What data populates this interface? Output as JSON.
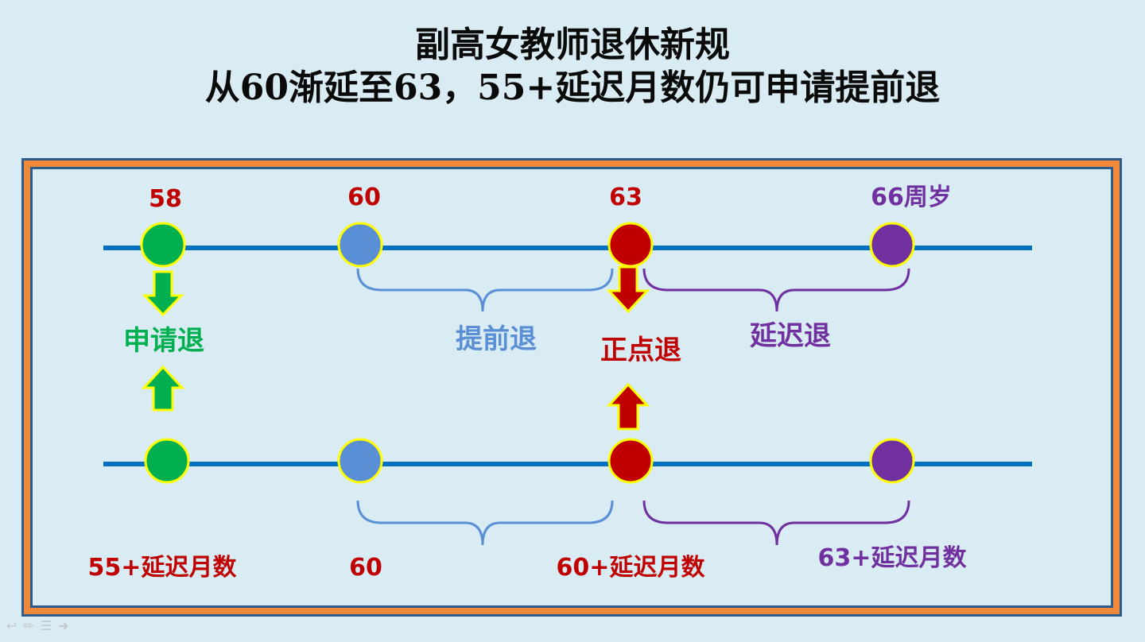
{
  "title": {
    "line1": "副高女教师退休新规",
    "line2": "从60渐延至63，55+延迟月数仍可申请提前退"
  },
  "top_timeline": {
    "ages": [
      "58",
      "60",
      "63",
      "66周岁"
    ],
    "labels": {
      "apply_retire": "申请退",
      "early_retire": "提前退",
      "on_time_retire": "正点退",
      "delayed_retire": "延迟退"
    }
  },
  "bottom_timeline": {
    "labels": [
      "55+延迟月数",
      "60",
      "60+延迟月数",
      "63+延迟月数"
    ]
  },
  "colors": {
    "green": "#00b050",
    "blue": "#5b8fd5",
    "red": "#c00000",
    "purple": "#7030a0",
    "line": "#0070c0",
    "frame_orange": "#f08a3a",
    "frame_blue": "#2e5c8a"
  },
  "toolbar_icons": [
    "back-icon",
    "pen-icon",
    "menu-icon",
    "forward-icon"
  ]
}
